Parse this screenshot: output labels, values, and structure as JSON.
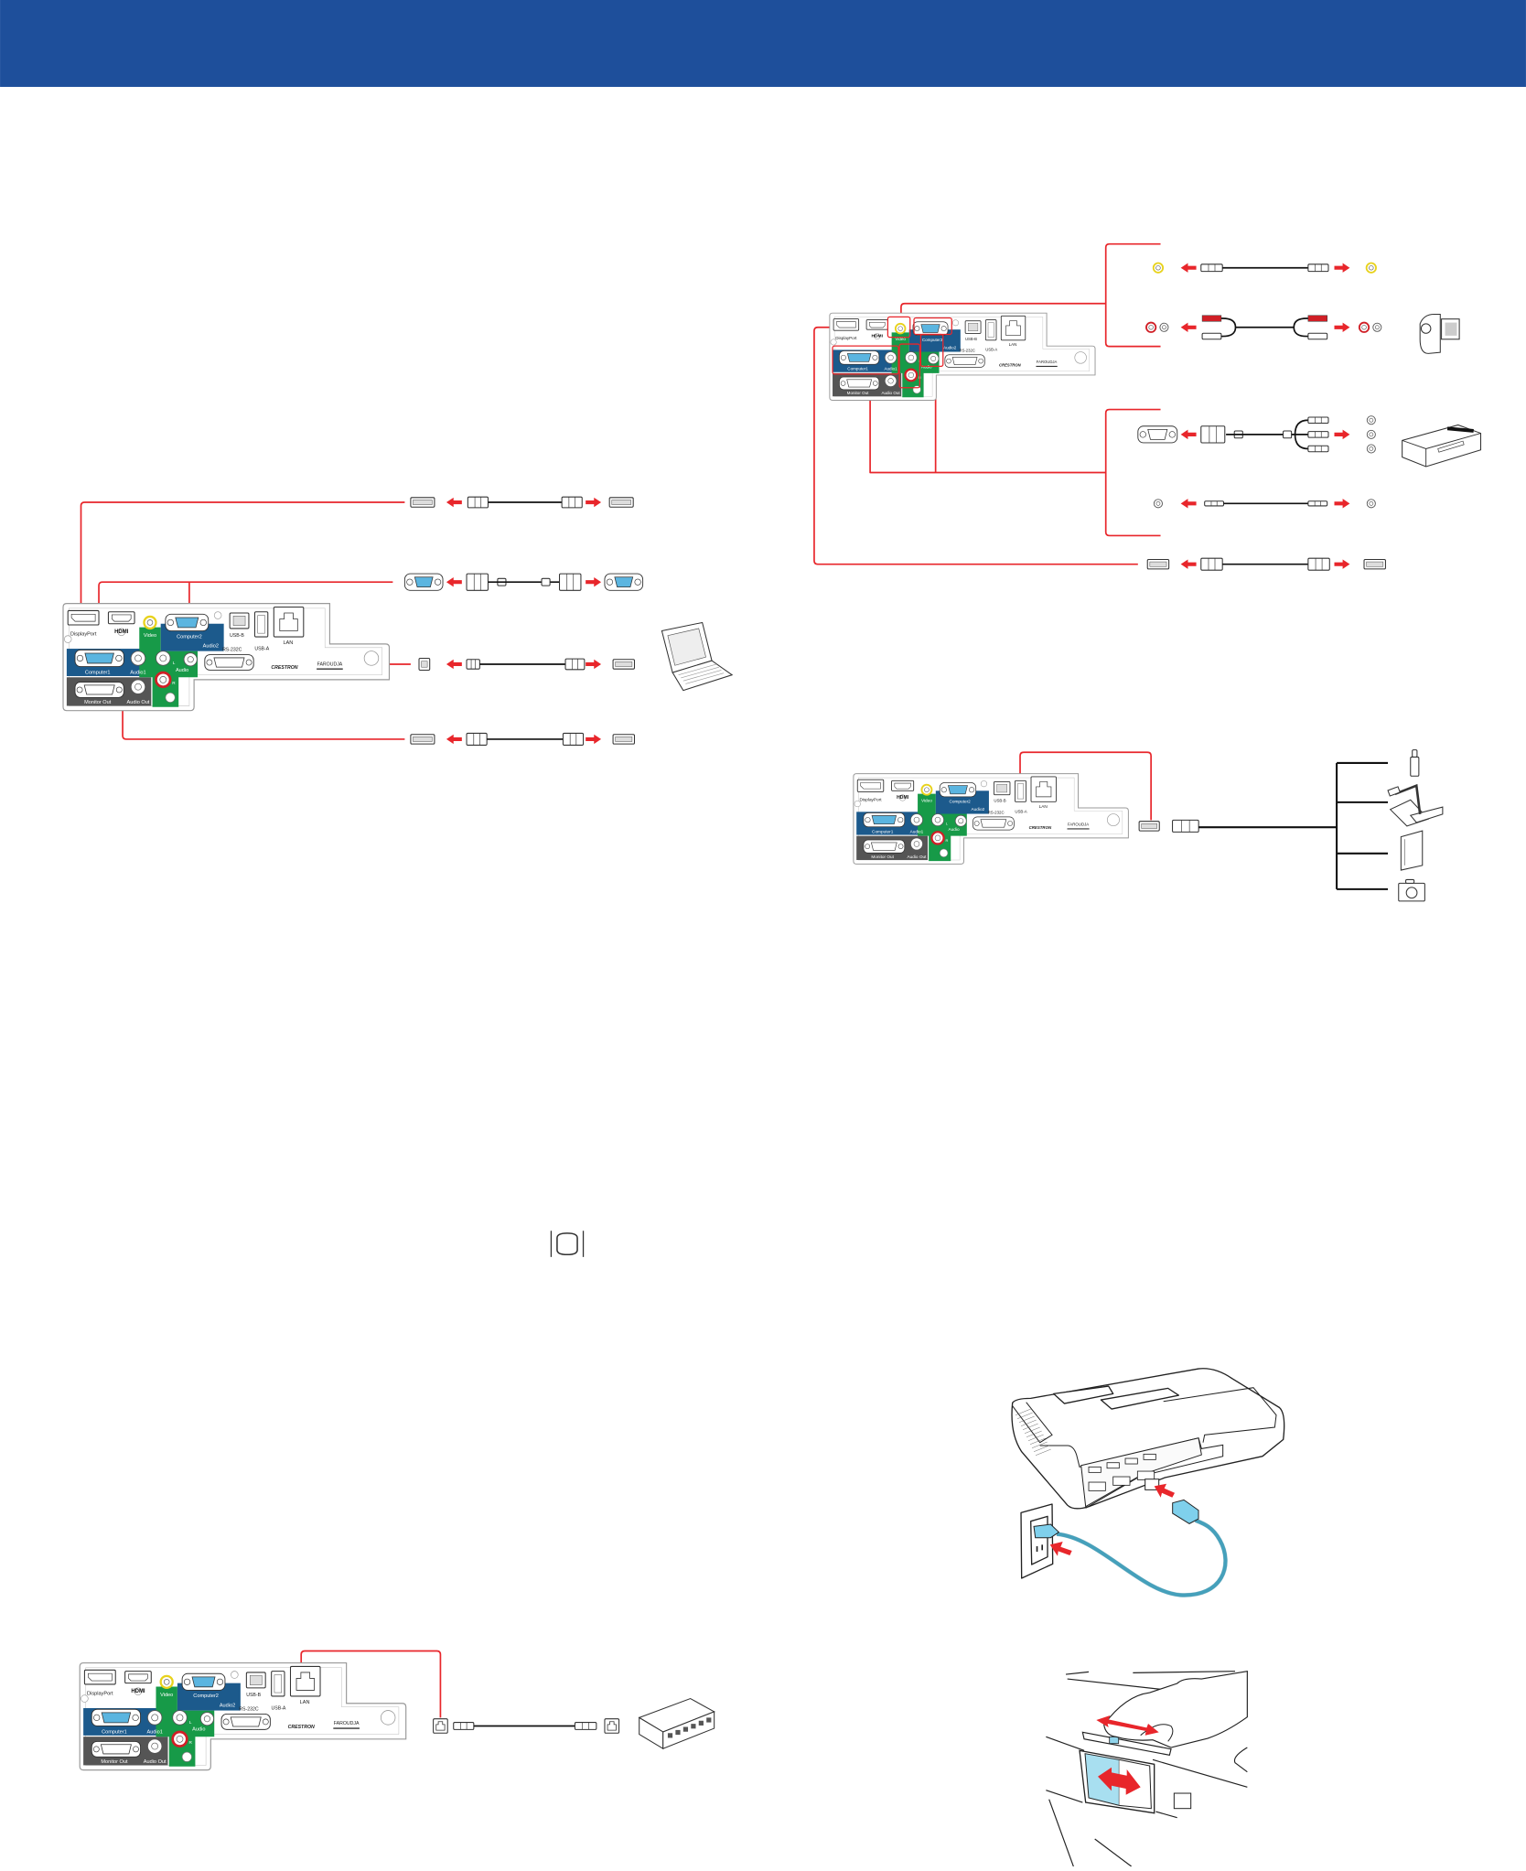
{
  "header": {
    "color": "#1e4f9b"
  },
  "colors": {
    "highlight_line": "#e8262b",
    "port_panel_blue": "#1c5a8c",
    "port_panel_green": "#179a48",
    "vga_fill": "#5bb5e0",
    "power_cord": "#5bbcd9",
    "video_jack": "#e8d21c"
  },
  "panel_labels": {
    "displayport": "DisplayPort",
    "hdmi": "HDMI",
    "video": "Video",
    "computer2": "Computer2",
    "audio2": "Audio2",
    "usb_b": "USB-B",
    "usb_a": "USB-A",
    "lan": "LAN",
    "rs232c": "RS-232C",
    "computer1": "Computer1",
    "audio1": "Audio1",
    "audio": "Audio",
    "audio_l": "L",
    "audio_r": "R",
    "monitor_out": "Monitor Out",
    "audio_out": "Audio Out",
    "crestron": "CRESTRON",
    "faroudja": "FAROUDJA"
  },
  "diagrams": {
    "computer_connections": {
      "device_icon": "laptop-icon",
      "cables": [
        "displayport-cable",
        "vga-cable",
        "usb-cable",
        "hdmi-cable"
      ]
    },
    "video_connections": {
      "device_icons": [
        "camcorder-icon",
        "dvd-player-icon"
      ],
      "cables": [
        "composite-video-cable",
        "rca-audio-cable",
        "component-to-vga-cable",
        "stereo-mini-jack-cable",
        "hdmi-cable"
      ]
    },
    "usb_device_connections": {
      "device_icons": [
        "usb-flash-drive-icon",
        "document-camera-icon",
        "usb-hard-drive-icon",
        "digital-camera-icon"
      ]
    },
    "network_connection": {
      "device_icon": "network-hub-icon",
      "cables": [
        "lan-cable"
      ]
    },
    "inline_icon": "screen-icon",
    "power_connection": {
      "device_icons": [
        "projector-icon",
        "wall-outlet-icon",
        "power-cord-icon"
      ]
    },
    "lens_cover": {
      "device_icons": [
        "hand-icon",
        "av-mute-slide-icon"
      ]
    }
  }
}
